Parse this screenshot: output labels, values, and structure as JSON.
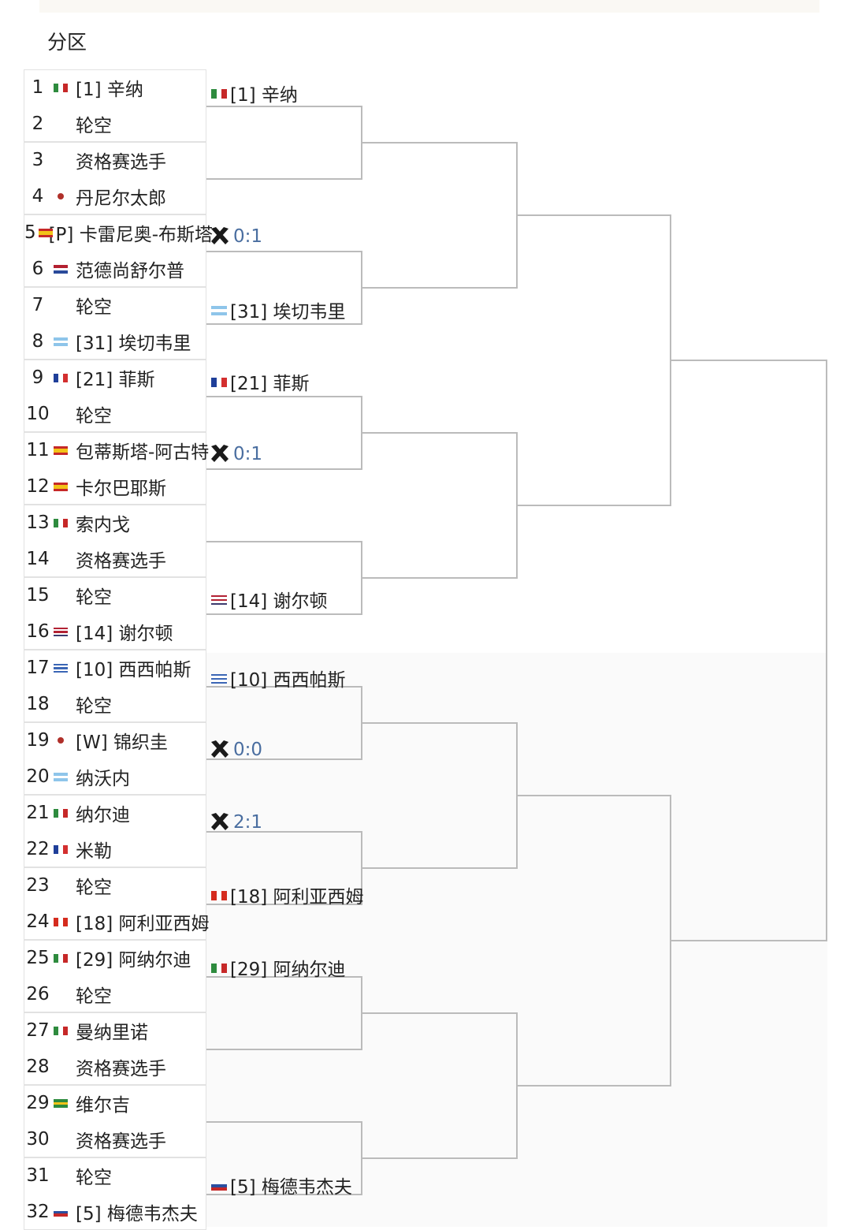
{
  "section": {
    "title": "分区"
  },
  "first_round": [
    {
      "num": "1",
      "icon": "italy-flag-icon",
      "name": "[1] 辛纳"
    },
    {
      "num": "2",
      "icon": "",
      "name": "轮空"
    },
    {
      "num": "3",
      "icon": "",
      "name": "资格赛选手"
    },
    {
      "num": "4",
      "icon": "japan-flag-icon",
      "name": "丹尼尔太郎"
    },
    {
      "num": "5",
      "icon": "spain-flag-icon",
      "name": "[P] 卡雷尼奥-布斯塔"
    },
    {
      "num": "6",
      "icon": "netherlands-flag-icon",
      "name": "范德尚舒尔普"
    },
    {
      "num": "7",
      "icon": "",
      "name": "轮空"
    },
    {
      "num": "8",
      "icon": "argentina-flag-icon",
      "name": "[31] 埃切韦里"
    },
    {
      "num": "9",
      "icon": "france-flag-icon",
      "name": "[21] 菲斯"
    },
    {
      "num": "10",
      "icon": "",
      "name": "轮空"
    },
    {
      "num": "11",
      "icon": "spain-flag-icon",
      "name": "包蒂斯塔-阿古特"
    },
    {
      "num": "12",
      "icon": "spain-flag-icon",
      "name": "卡尔巴耶斯"
    },
    {
      "num": "13",
      "icon": "italy-flag-icon",
      "name": "索内戈"
    },
    {
      "num": "14",
      "icon": "",
      "name": "资格赛选手"
    },
    {
      "num": "15",
      "icon": "",
      "name": "轮空"
    },
    {
      "num": "16",
      "icon": "usa-flag-icon",
      "name": "[14] 谢尔顿"
    },
    {
      "num": "17",
      "icon": "greece-flag-icon",
      "name": "[10] 西西帕斯"
    },
    {
      "num": "18",
      "icon": "",
      "name": "轮空"
    },
    {
      "num": "19",
      "icon": "japan-flag-icon",
      "name": "[W] 锦织圭"
    },
    {
      "num": "20",
      "icon": "argentina-flag-icon",
      "name": "纳沃内"
    },
    {
      "num": "21",
      "icon": "italy-flag-icon",
      "name": "纳尔迪"
    },
    {
      "num": "22",
      "icon": "france-flag-icon",
      "name": "米勒"
    },
    {
      "num": "23",
      "icon": "",
      "name": "轮空"
    },
    {
      "num": "24",
      "icon": "canada-flag-icon",
      "name": "[18] 阿利亚西姆"
    },
    {
      "num": "25",
      "icon": "italy-flag-icon",
      "name": "[29] 阿纳尔迪"
    },
    {
      "num": "26",
      "icon": "",
      "name": "轮空"
    },
    {
      "num": "27",
      "icon": "italy-flag-icon",
      "name": "曼纳里诺"
    },
    {
      "num": "28",
      "icon": "",
      "name": "资格赛选手"
    },
    {
      "num": "29",
      "icon": "brazil-flag-icon",
      "name": "维尔吉"
    },
    {
      "num": "30",
      "icon": "",
      "name": "资格赛选手"
    },
    {
      "num": "31",
      "icon": "",
      "name": "轮空"
    },
    {
      "num": "32",
      "icon": "russia-flag-icon",
      "name": "[5] 梅德韦杰夫"
    }
  ],
  "second_round": [
    {
      "icon": "italy-flag-icon",
      "text": "[1] 辛纳"
    },
    {
      "icon": "versus-icon",
      "text": "0:1"
    },
    {
      "icon": "argentina-flag-icon",
      "text": "[31] 埃切韦里"
    },
    {
      "icon": "france-flag-icon",
      "text": "[21] 菲斯"
    },
    {
      "icon": "versus-icon",
      "text": "0:1"
    },
    {
      "icon": "usa-flag-icon",
      "text": "[14] 谢尔顿"
    },
    {
      "icon": "greece-flag-icon",
      "text": "[10] 西西帕斯"
    },
    {
      "icon": "versus-icon",
      "text": "0:0"
    },
    {
      "icon": "versus-icon",
      "text": "2:1"
    },
    {
      "icon": "canada-flag-icon",
      "text": "[18] 阿利亚西姆"
    },
    {
      "icon": "italy-flag-icon",
      "text": "[29] 阿纳尔迪"
    },
    {
      "icon": "russia-flag-icon",
      "text": "[5] 梅德韦杰夫"
    }
  ]
}
